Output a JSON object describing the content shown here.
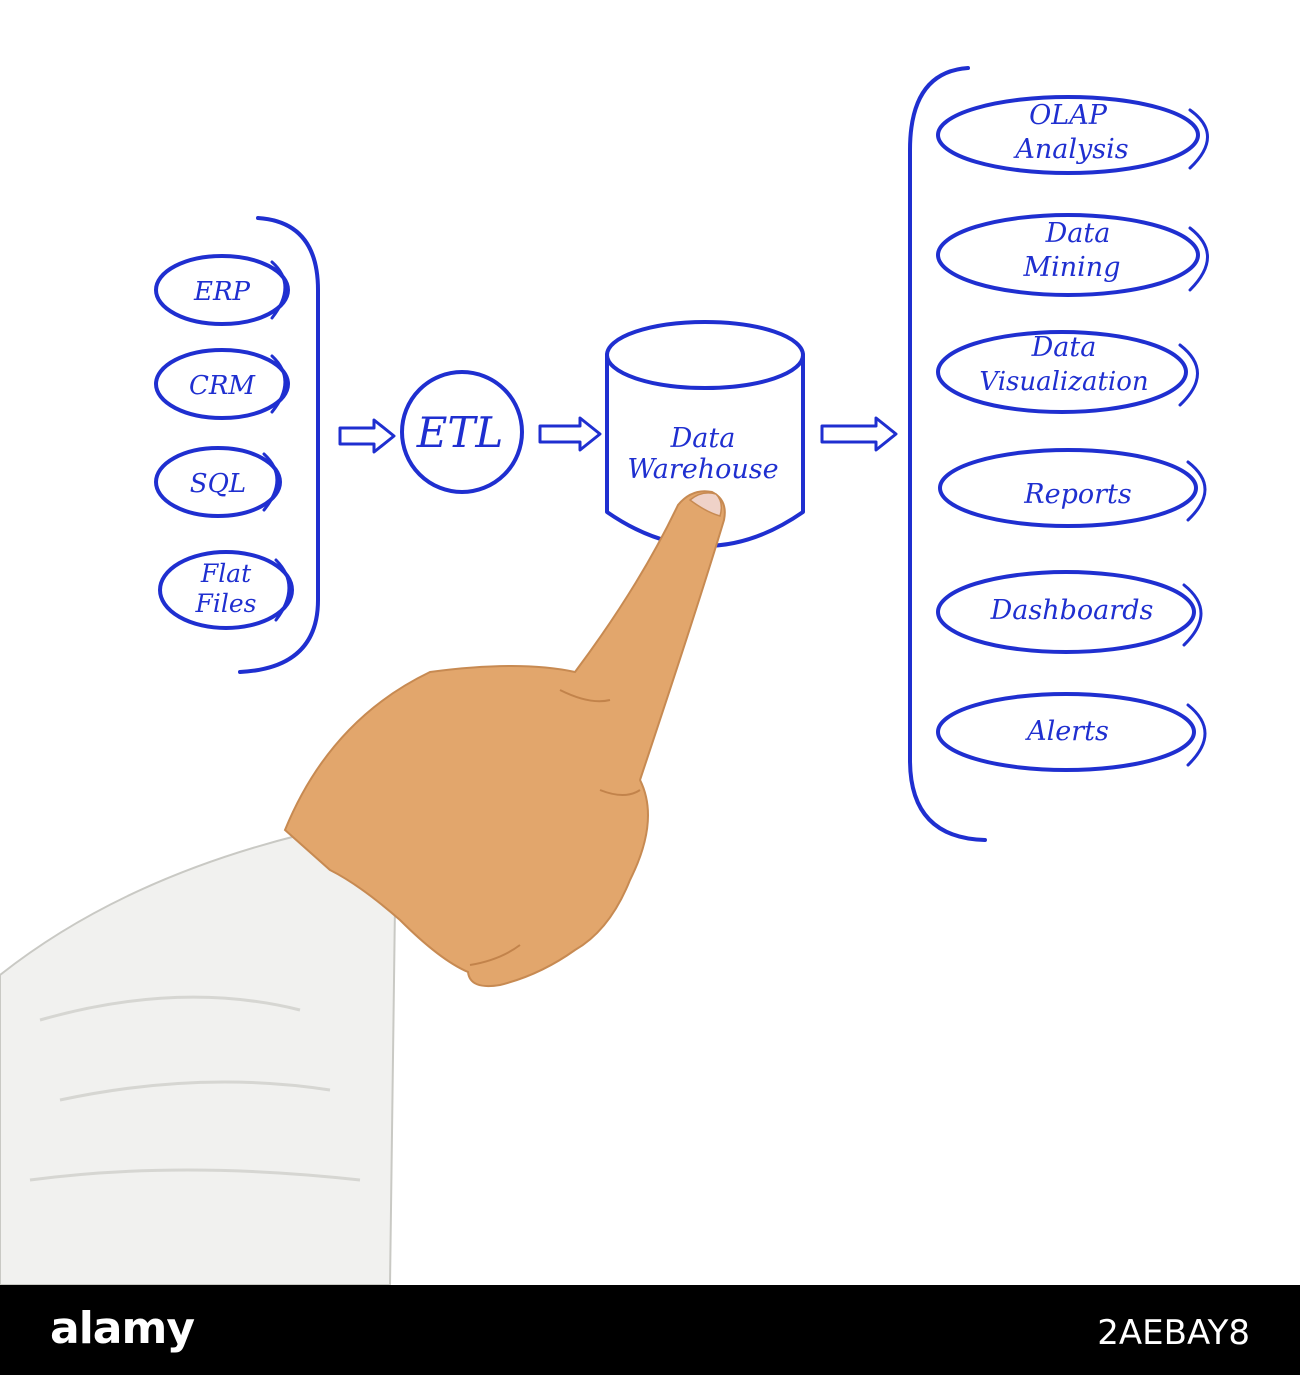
{
  "sources": {
    "erp": "ERP",
    "crm": "CRM",
    "sql": "SQL",
    "flat_files_line1": "Flat",
    "flat_files_line2": "Files"
  },
  "etl": {
    "label": "ETL"
  },
  "warehouse": {
    "line1": "Data",
    "line2": "Warehouse"
  },
  "outputs": {
    "olap_line1": "OLAP",
    "olap_line2": "Analysis",
    "mining_line1": "Data",
    "mining_line2": "Mining",
    "vis_line1": "Data",
    "vis_line2": "Visualization",
    "reports": "Reports",
    "dashboards": "Dashboards",
    "alerts": "Alerts"
  },
  "footer": {
    "logo": "alamy",
    "image_id": "2AEBAY8"
  },
  "colors": {
    "ink": "#1f2fd0",
    "skin": "#e2a66c",
    "sleeve": "#f1f1ef",
    "footer_bg": "#000000"
  }
}
